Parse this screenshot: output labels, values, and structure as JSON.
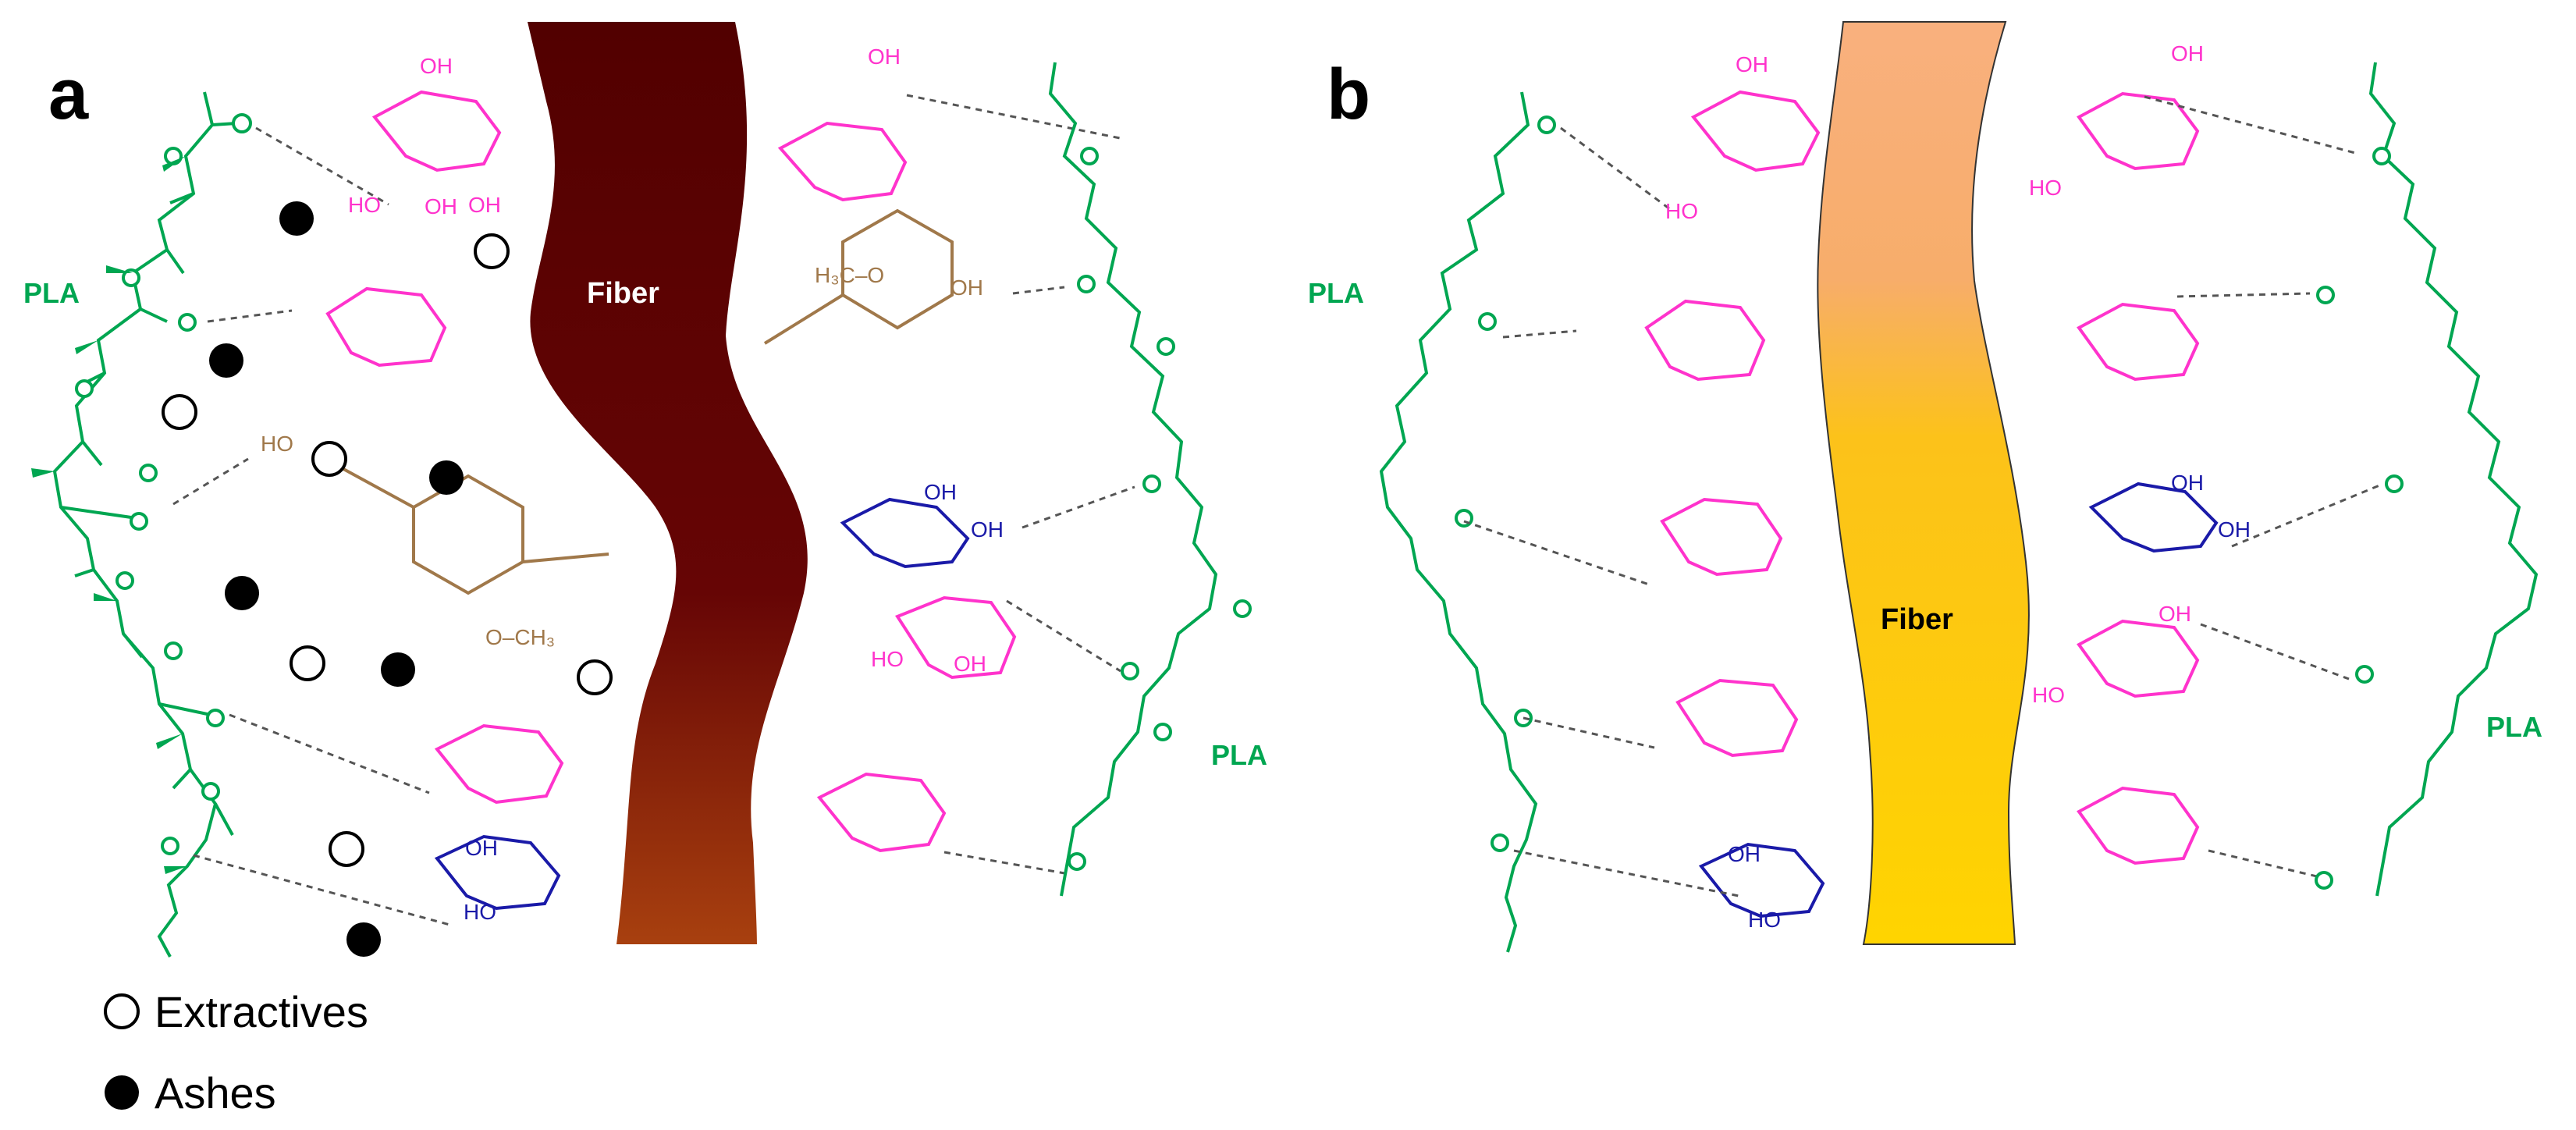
{
  "panels": [
    {
      "letter": "a",
      "fiber_label": "Fiber",
      "pla_left": "PLA",
      "pla_right": "PLA",
      "fiber_style": "untreated-dark-brown"
    },
    {
      "letter": "b",
      "fiber_label": "Fiber",
      "pla_left": "PLA",
      "pla_right": "PLA",
      "fiber_style": "treated-yellow"
    }
  ],
  "chemistry": {
    "oh": "OH",
    "ho": "HO",
    "o": "O",
    "h3co": "H₃C–O",
    "och3": "O–CH₃"
  },
  "legend": {
    "extractives": "Extractives",
    "ashes": "Ashes"
  },
  "colors": {
    "pla_green": "#00a651",
    "cellulose_magenta": "#ff33cc",
    "hemicellulose_blue": "#1a1aa8",
    "lignin_brown": "#a0784a",
    "fiber_a_top": "#5a0000",
    "fiber_a_bottom": "#a83a10",
    "fiber_b_top": "#f7b27a",
    "fiber_b_bottom": "#ffd400"
  }
}
